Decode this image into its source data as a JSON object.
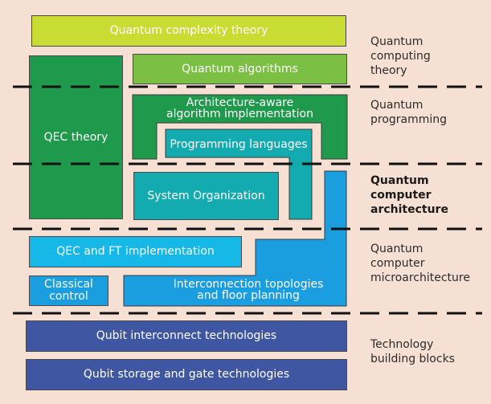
{
  "boxes": {
    "complexity": "Quantum complexity theory",
    "algorithms": "Quantum algorithms",
    "qec_theory": "QEC theory",
    "arch_aware_line1": "Architecture-aware",
    "arch_aware_line2": "algorithm implementation",
    "programming_languages": "Programming languages",
    "system_org": "System Organization",
    "qec_ft": "QEC and FT implementation",
    "classical_line1": "Classical",
    "classical_line2": "control",
    "interconnect_line1": "Interconnection topologies",
    "interconnect_line2": "and floor planning",
    "qubit_interconnect": "Qubit interconnect technologies",
    "qubit_storage": "Qubit storage and gate technologies"
  },
  "layers": {
    "theory": [
      "Quantum",
      "computing",
      "theory"
    ],
    "programming": [
      "Quantum",
      "programming"
    ],
    "architecture": [
      "Quantum",
      "computer",
      "architecture"
    ],
    "microarchitecture": [
      "Quantum",
      "computer",
      "microarchitecture"
    ],
    "building_blocks": [
      "Technology",
      "building blocks"
    ]
  },
  "colors": {
    "background": "#f6e0d4",
    "lime": "#c8dc34",
    "light_green": "#7bbf45",
    "dark_green": "#1f9a4c",
    "teal": "#13aab0",
    "cyan": "#16b8e8",
    "blue": "#1b9ee0",
    "indigo": "#3f56a3"
  }
}
